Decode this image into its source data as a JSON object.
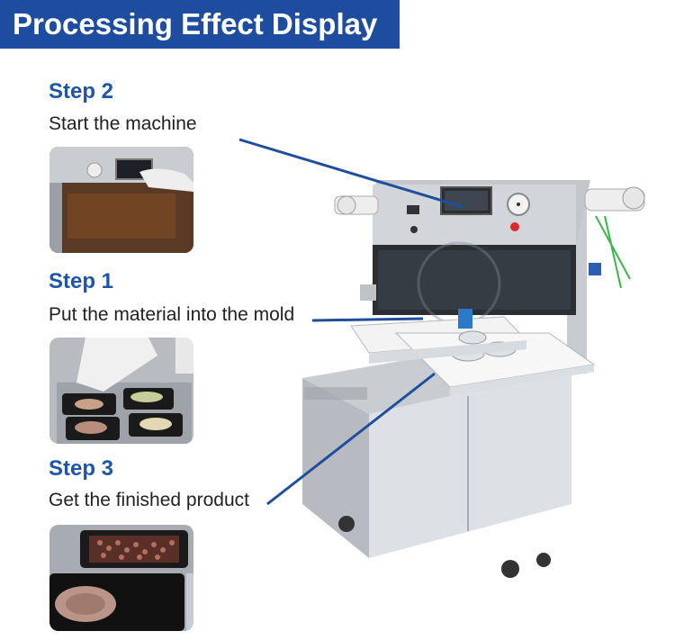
{
  "header": {
    "title": "Processing Effect Display"
  },
  "steps": [
    {
      "title": "Step 2",
      "description": "Start the machine"
    },
    {
      "title": "Step 1",
      "description": "Put the material into the mold"
    },
    {
      "title": "Step 3",
      "description": "Get the finished product"
    }
  ],
  "colors": {
    "banner": "#1e4c9e",
    "step_title": "#1e55a6",
    "callout_line": "#1f4e9c"
  }
}
